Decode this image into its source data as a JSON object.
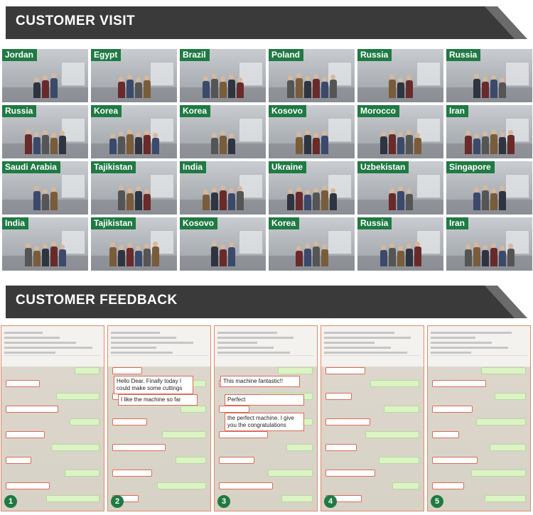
{
  "sections": {
    "visit_title": "CUSTOMER VISIT",
    "feedback_title": "CUSTOMER FEEDBACK"
  },
  "visits": [
    "Jordan",
    "Egypt",
    "Brazil",
    "Poland",
    "Russia",
    "Russia",
    "Russia",
    "Korea",
    "Korea",
    "Kosovo",
    "Morocco",
    "Iran",
    "Saudi Arabia",
    "Tajikistan",
    "India",
    "Ukraine",
    "Uzbekistan",
    "Singapore",
    "India",
    "Tajikistan",
    "Kosovo",
    "Korea",
    "Russia",
    "Iran"
  ],
  "feedback": [
    {
      "number": "1",
      "quotes": []
    },
    {
      "number": "2",
      "quotes": [
        "Hello Dear. Finally today I could make some cuttings",
        "I like the machine so far"
      ]
    },
    {
      "number": "3",
      "quotes": [
        "This machine fantastic!!",
        "Perfect",
        "the perfect machine. I give you the congratulations"
      ]
    },
    {
      "number": "4",
      "quotes": []
    },
    {
      "number": "5",
      "quotes": []
    }
  ],
  "colors": {
    "banner": "#3a3a3a",
    "label": "#1f7a43",
    "highlight": "#e06a5a"
  }
}
